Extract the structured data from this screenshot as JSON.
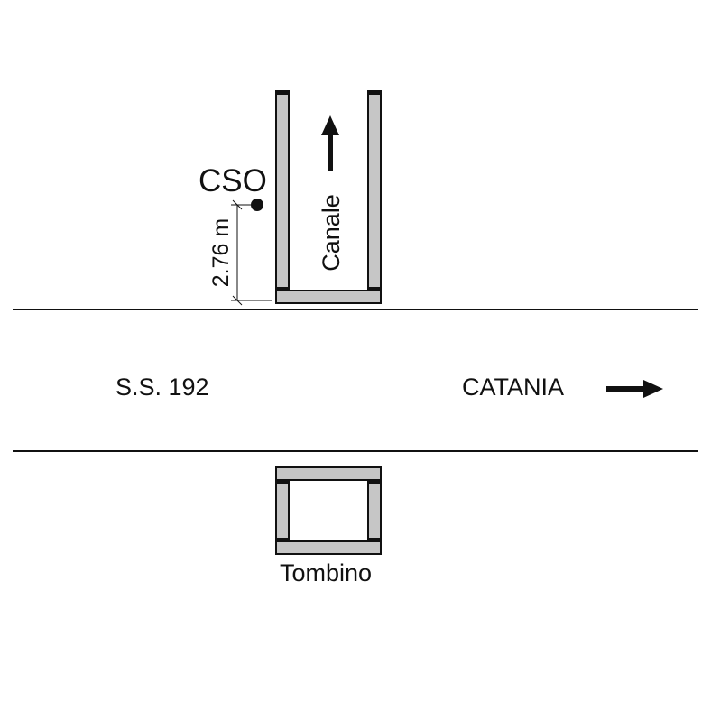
{
  "labels": {
    "cso": "CSO",
    "distance": "2.76 m",
    "canal": "Canale",
    "road": "S.S. 192",
    "direction": "CATANIA",
    "culvert": "Tombino"
  },
  "colors": {
    "wall_fill": "#c6c6c6",
    "ink": "#111111",
    "background": "#ffffff"
  }
}
